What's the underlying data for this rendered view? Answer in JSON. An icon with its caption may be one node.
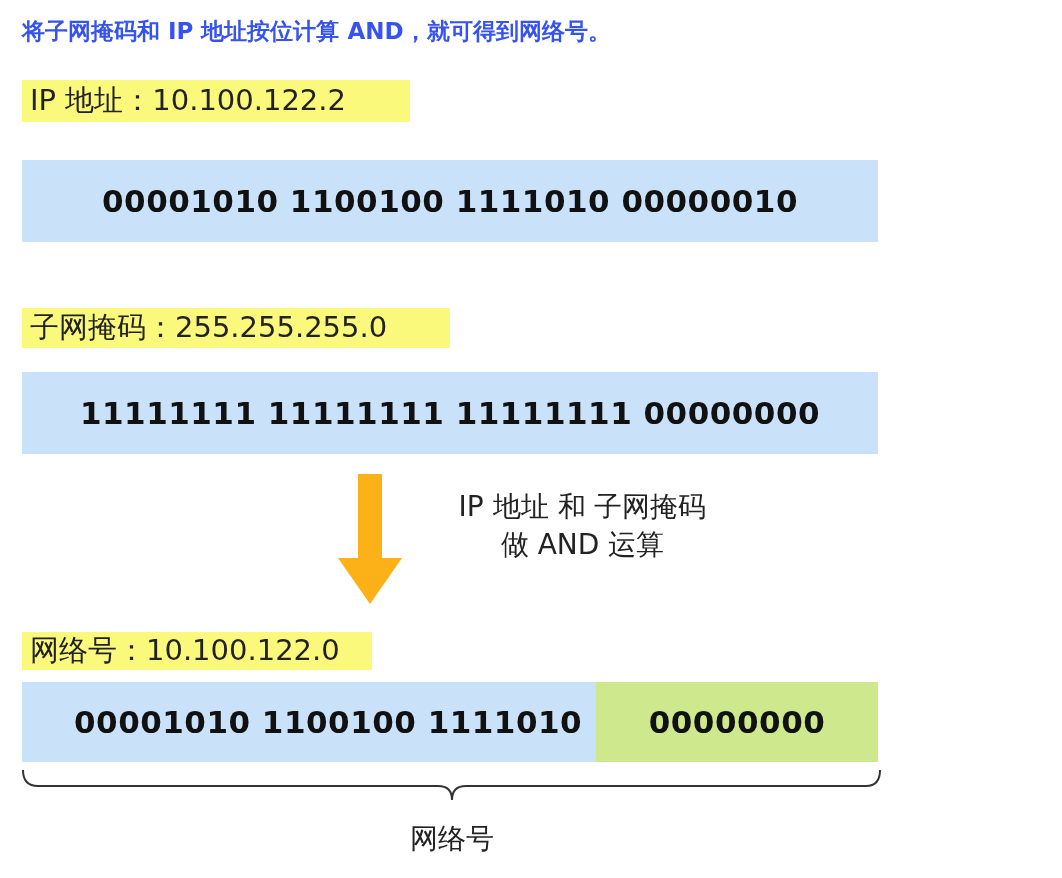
{
  "diagram": {
    "title": "将子网掩码和 IP 地址按位计算 AND，就可得到网络号。",
    "nodes": [
      {
        "text": [
          "IP 地址：10.100.122.2"
        ]
      },
      {
        "text": [
          "00001010 1100100 1111010 00000010"
        ]
      },
      {
        "text": [
          "子网掩码：255.255.255.0"
        ]
      },
      {
        "text": [
          "11111111 11111111 11111111 00000000"
        ]
      },
      {
        "text": [
          "网络号：10.100.122.0"
        ]
      },
      {
        "text": [
          "00001010 1100100 1111010"
        ]
      },
      {
        "text": [
          "00000000"
        ]
      }
    ],
    "edges": [
      {
        "from": 3,
        "to": 4,
        "arrow": "to",
        "label": "IP 地址 和 子网掩码做 AND 运算",
        "color": "#fbb117"
      }
    ],
    "labels": [
      "网络号"
    ]
  }
}
